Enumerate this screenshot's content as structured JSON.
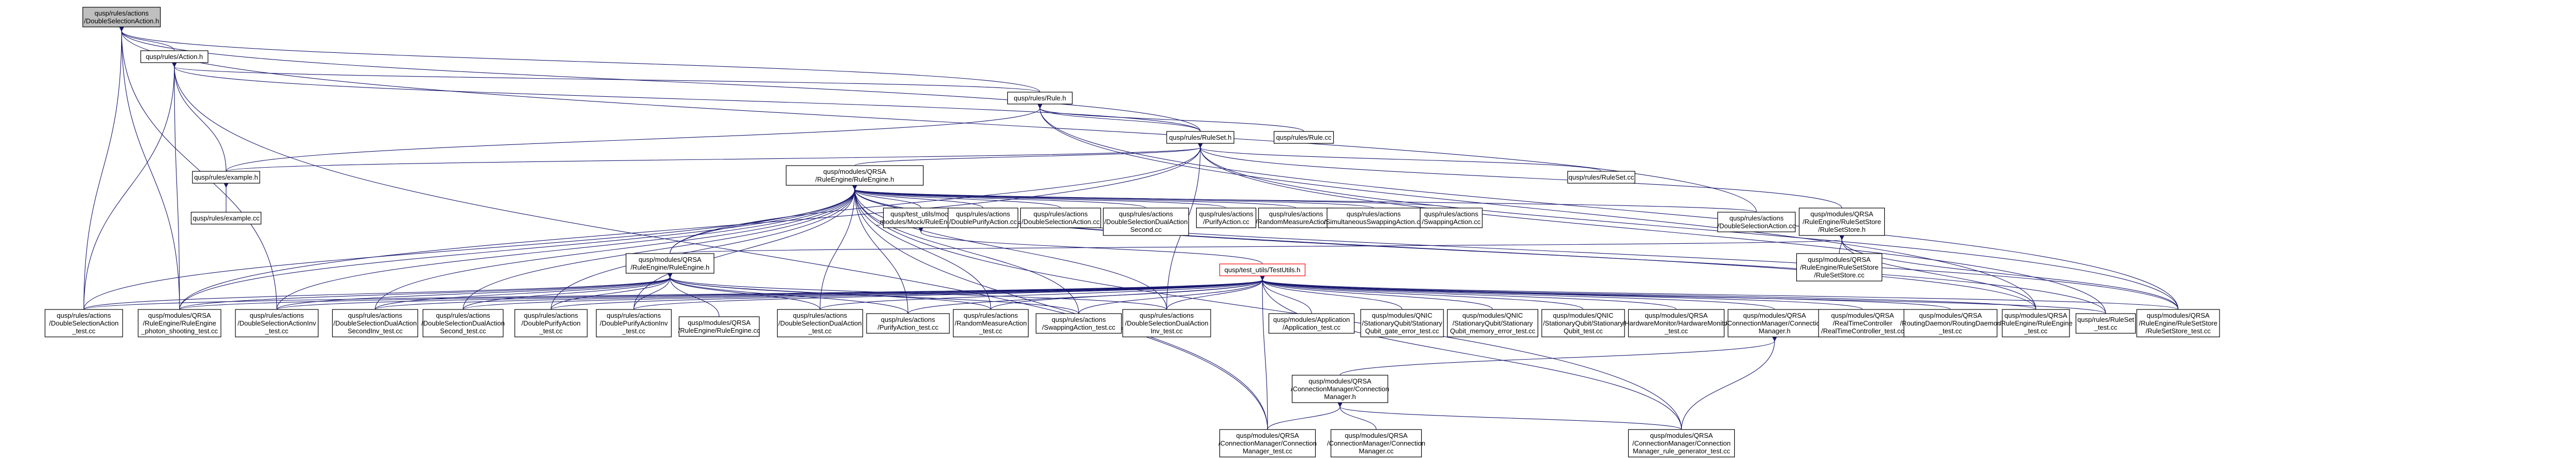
{
  "diagram": {
    "nodes": [
      {
        "id": "n0",
        "lines": [
          "qusp/rules/actions",
          "/DoubleSelectionAction.h"
        ],
        "root": true
      },
      {
        "id": "n1",
        "lines": [
          "qusp/rules/Action.h"
        ]
      },
      {
        "id": "n2",
        "lines": [
          "qusp/rules/Rule.h"
        ]
      },
      {
        "id": "n3",
        "lines": [
          "qusp/rules/RuleSet.h"
        ]
      },
      {
        "id": "n4",
        "lines": [
          "qusp/rules/Rule.cc"
        ]
      },
      {
        "id": "n5",
        "lines": [
          "qusp/rules/example.h"
        ]
      },
      {
        "id": "n6",
        "lines": [
          "qusp/rules/example.cc"
        ]
      },
      {
        "id": "n7",
        "lines": [
          "qusp/modules/QRSA",
          "/RuleEngine/RuleEngine.h"
        ]
      },
      {
        "id": "n8",
        "lines": [
          "qusp/rules/RuleSet.cc"
        ]
      },
      {
        "id": "n9",
        "lines": [
          "qusp/test_utils/mock",
          "_modules/Mock/RuleEngine.h"
        ]
      },
      {
        "id": "n10",
        "lines": [
          "qusp/rules/actions",
          "/DoublePurifyAction.cc"
        ]
      },
      {
        "id": "n11",
        "lines": [
          "qusp/rules/actions",
          "/DoubleSelectionAction.cc"
        ]
      },
      {
        "id": "n12",
        "lines": [
          "qusp/rules/actions",
          "/DoubleSelectionDualAction",
          "Second.cc"
        ]
      },
      {
        "id": "n13",
        "lines": [
          "qusp/rules/actions",
          "/PurifyAction.cc"
        ]
      },
      {
        "id": "n14",
        "lines": [
          "qusp/rules/actions",
          "/RandomMeasureAction.cc"
        ]
      },
      {
        "id": "n15",
        "lines": [
          "qusp/rules/actions",
          "/SimultaneousSwappingAction.cc"
        ]
      },
      {
        "id": "n16",
        "lines": [
          "qusp/rules/actions",
          "/SwappingAction.cc"
        ]
      },
      {
        "id": "n17",
        "lines": [
          "qusp/rules/actions",
          "/DoubleSelectionAction.cc"
        ]
      },
      {
        "id": "n18",
        "lines": [
          "qusp/modules/QRSA",
          "/RuleEngine/RuleSetStore",
          "/RuleSetStore.h"
        ]
      },
      {
        "id": "n19",
        "lines": [
          "qusp/modules/QRSA",
          "/RuleEngine/RuleSetStore",
          "/RuleSetStore.cc"
        ]
      },
      {
        "id": "n20",
        "lines": [
          "qusp/modules/QRSA",
          "/RuleEngine/RuleEngine.h"
        ]
      },
      {
        "id": "n21",
        "lines": [
          "qusp/test_utils/TestUtils.h"
        ],
        "warn": true
      },
      {
        "id": "n22",
        "lines": [
          "qusp/rules/actions",
          "/DoubleSelectionAction",
          "_test.cc"
        ]
      },
      {
        "id": "n23",
        "lines": [
          "qusp/modules/QRSA",
          "/RuleEngine/RuleEngine",
          "_photon_shooting_test.cc"
        ]
      },
      {
        "id": "n24",
        "lines": [
          "qusp/rules/actions",
          "/DoubleSelectionActionInv",
          "_test.cc"
        ]
      },
      {
        "id": "n25",
        "lines": [
          "qusp/rules/actions",
          "/DoubleSelectionDualAction",
          "SecondInv_test.cc"
        ]
      },
      {
        "id": "n26",
        "lines": [
          "qusp/rules/actions",
          "/DoubleSelectionDualAction",
          "Second_test.cc"
        ]
      },
      {
        "id": "n27",
        "lines": [
          "qusp/rules/actions",
          "/DoublePurifyAction",
          "_test.cc"
        ]
      },
      {
        "id": "n28",
        "lines": [
          "qusp/rules/actions",
          "/DoublePurifyActionInv",
          "_test.cc"
        ]
      },
      {
        "id": "n29",
        "lines": [
          "qusp/modules/QRSA",
          "/RuleEngine/RuleEngine.cc"
        ]
      },
      {
        "id": "n30",
        "lines": [
          "qusp/rules/actions",
          "/DoubleSelectionDualAction",
          "_test.cc"
        ]
      },
      {
        "id": "n31",
        "lines": [
          "qusp/rules/actions",
          "/PurifyAction_test.cc"
        ]
      },
      {
        "id": "n32",
        "lines": [
          "qusp/rules/actions",
          "/RandomMeasureAction",
          "_test.cc"
        ]
      },
      {
        "id": "n33",
        "lines": [
          "qusp/rules/actions",
          "/SwappingAction_test.cc"
        ]
      },
      {
        "id": "n34",
        "lines": [
          "qusp/rules/actions",
          "/DoubleSelectionDualAction",
          "Inv_test.cc"
        ]
      },
      {
        "id": "n35",
        "lines": [
          "qusp/modules/Application",
          "/Application_test.cc"
        ]
      },
      {
        "id": "n36",
        "lines": [
          "qusp/modules/QNIC",
          "/StationaryQubit/Stationary",
          "Qubit_gate_error_test.cc"
        ]
      },
      {
        "id": "n37",
        "lines": [
          "qusp/modules/QNIC",
          "/StationaryQubit/Stationary",
          "Qubit_memory_error_test.cc"
        ]
      },
      {
        "id": "n38",
        "lines": [
          "qusp/modules/QNIC",
          "/StationaryQubit/Stationary",
          "Qubit_test.cc"
        ]
      },
      {
        "id": "n39",
        "lines": [
          "qusp/modules/QRSA",
          "/HardwareMonitor/HardwareMonitor",
          "_test.cc"
        ]
      },
      {
        "id": "n40",
        "lines": [
          "qusp/modules/QRSA",
          "/ConnectionManager/Connection",
          "Manager.h"
        ]
      },
      {
        "id": "n41",
        "lines": [
          "qusp/modules/QRSA",
          "/RealTimeController",
          "/RealTimeController_test.cc"
        ]
      },
      {
        "id": "n42",
        "lines": [
          "qusp/modules/QRSA",
          "/RoutingDaemon/RoutingDaemon",
          "_test.cc"
        ]
      },
      {
        "id": "n43",
        "lines": [
          "qusp/modules/QRSA",
          "/RuleEngine/RuleEngine",
          "_test.cc"
        ]
      },
      {
        "id": "n44",
        "lines": [
          "qusp/rules/RuleSet",
          "_test.cc"
        ]
      },
      {
        "id": "n45",
        "lines": [
          "qusp/modules/QRSA",
          "/RuleEngine/RuleSetStore",
          "/RuleSetStore_test.cc"
        ]
      },
      {
        "id": "n46",
        "lines": [
          "qusp/modules/QRSA",
          "/ConnectionManager/Connection",
          "Manager.h"
        ]
      },
      {
        "id": "n47",
        "lines": [
          "qusp/modules/QRSA",
          "/ConnectionManager/Connection",
          "Manager_test.cc"
        ]
      },
      {
        "id": "n48",
        "lines": [
          "qusp/modules/QRSA",
          "/ConnectionManager/Connection",
          "Manager.cc"
        ]
      },
      {
        "id": "n49",
        "lines": [
          "qusp/modules/QRSA",
          "/ConnectionManager/Connection",
          "Manager_rule_generator_test.cc"
        ]
      }
    ],
    "edges": [
      [
        "n0",
        "n1"
      ],
      [
        "n0",
        "n2"
      ],
      [
        "n0",
        "n3"
      ],
      [
        "n0",
        "n22"
      ],
      [
        "n0",
        "n24"
      ],
      [
        "n0",
        "n23"
      ],
      [
        "n0",
        "n17"
      ],
      [
        "n1",
        "n2"
      ],
      [
        "n1",
        "n3"
      ],
      [
        "n1",
        "n5"
      ],
      [
        "n1",
        "n23"
      ],
      [
        "n1",
        "n22"
      ],
      [
        "n1",
        "n47"
      ],
      [
        "n2",
        "n3"
      ],
      [
        "n2",
        "n4"
      ],
      [
        "n2",
        "n5"
      ],
      [
        "n2",
        "n43"
      ],
      [
        "n2",
        "n45"
      ],
      [
        "n3",
        "n7"
      ],
      [
        "n3",
        "n8"
      ],
      [
        "n3",
        "n18"
      ],
      [
        "n3",
        "n5"
      ],
      [
        "n3",
        "n20"
      ],
      [
        "n3",
        "n44"
      ],
      [
        "n3",
        "n45"
      ],
      [
        "n3",
        "n23"
      ],
      [
        "n3",
        "n34"
      ],
      [
        "n5",
        "n6"
      ],
      [
        "n7",
        "n9"
      ],
      [
        "n7",
        "n10"
      ],
      [
        "n7",
        "n11"
      ],
      [
        "n7",
        "n12"
      ],
      [
        "n7",
        "n13"
      ],
      [
        "n7",
        "n14"
      ],
      [
        "n7",
        "n15"
      ],
      [
        "n7",
        "n16"
      ],
      [
        "n7",
        "n17"
      ],
      [
        "n7",
        "n20"
      ],
      [
        "n7",
        "n22"
      ],
      [
        "n7",
        "n23"
      ],
      [
        "n7",
        "n24"
      ],
      [
        "n7",
        "n25"
      ],
      [
        "n7",
        "n26"
      ],
      [
        "n7",
        "n27"
      ],
      [
        "n7",
        "n28"
      ],
      [
        "n7",
        "n30"
      ],
      [
        "n7",
        "n31"
      ],
      [
        "n7",
        "n32"
      ],
      [
        "n7",
        "n33"
      ],
      [
        "n7",
        "n34"
      ],
      [
        "n7",
        "n43"
      ],
      [
        "n7",
        "n44"
      ],
      [
        "n7",
        "n45"
      ],
      [
        "n7",
        "n47"
      ],
      [
        "n7",
        "n49"
      ],
      [
        "n9",
        "n21"
      ],
      [
        "n18",
        "n19"
      ],
      [
        "n18",
        "n20"
      ],
      [
        "n18",
        "n45"
      ],
      [
        "n18",
        "n43"
      ],
      [
        "n20",
        "n29"
      ],
      [
        "n20",
        "n22"
      ],
      [
        "n20",
        "n23"
      ],
      [
        "n20",
        "n24"
      ],
      [
        "n20",
        "n25"
      ],
      [
        "n20",
        "n26"
      ],
      [
        "n20",
        "n27"
      ],
      [
        "n20",
        "n28"
      ],
      [
        "n20",
        "n30"
      ],
      [
        "n20",
        "n31"
      ],
      [
        "n20",
        "n32"
      ],
      [
        "n20",
        "n33"
      ],
      [
        "n20",
        "n34"
      ],
      [
        "n21",
        "n22"
      ],
      [
        "n21",
        "n23"
      ],
      [
        "n21",
        "n24"
      ],
      [
        "n21",
        "n25"
      ],
      [
        "n21",
        "n26"
      ],
      [
        "n21",
        "n27"
      ],
      [
        "n21",
        "n28"
      ],
      [
        "n21",
        "n30"
      ],
      [
        "n21",
        "n31"
      ],
      [
        "n21",
        "n32"
      ],
      [
        "n21",
        "n33"
      ],
      [
        "n21",
        "n34"
      ],
      [
        "n21",
        "n35"
      ],
      [
        "n21",
        "n36"
      ],
      [
        "n21",
        "n37"
      ],
      [
        "n21",
        "n38"
      ],
      [
        "n21",
        "n39"
      ],
      [
        "n21",
        "n40"
      ],
      [
        "n21",
        "n41"
      ],
      [
        "n21",
        "n42"
      ],
      [
        "n21",
        "n43"
      ],
      [
        "n21",
        "n44"
      ],
      [
        "n21",
        "n45"
      ],
      [
        "n21",
        "n47"
      ],
      [
        "n21",
        "n49"
      ],
      [
        "n40",
        "n46"
      ],
      [
        "n40",
        "n49"
      ],
      [
        "n46",
        "n47"
      ],
      [
        "n46",
        "n48"
      ],
      [
        "n46",
        "n49"
      ]
    ]
  }
}
